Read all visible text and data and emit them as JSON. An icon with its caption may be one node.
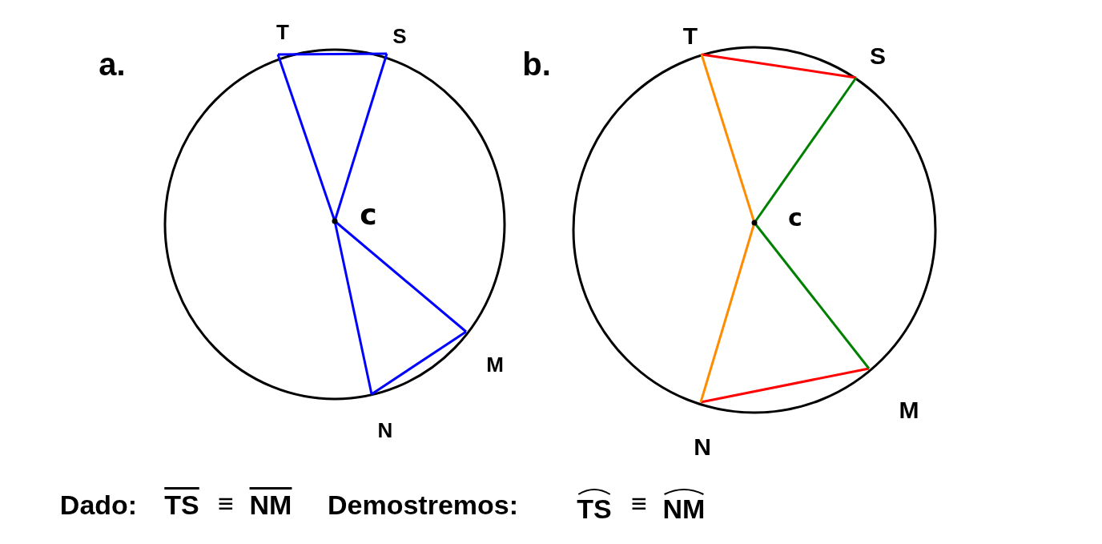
{
  "diagram": {
    "labels": [
      "a.",
      "T",
      "S",
      "c",
      "M",
      "N",
      "b.",
      "T",
      "S",
      "c",
      "M",
      "N",
      "Dado:",
      "TS",
      "≡",
      "NM",
      "Demostremos:",
      "TS",
      "≡",
      "NM"
    ]
  }
}
